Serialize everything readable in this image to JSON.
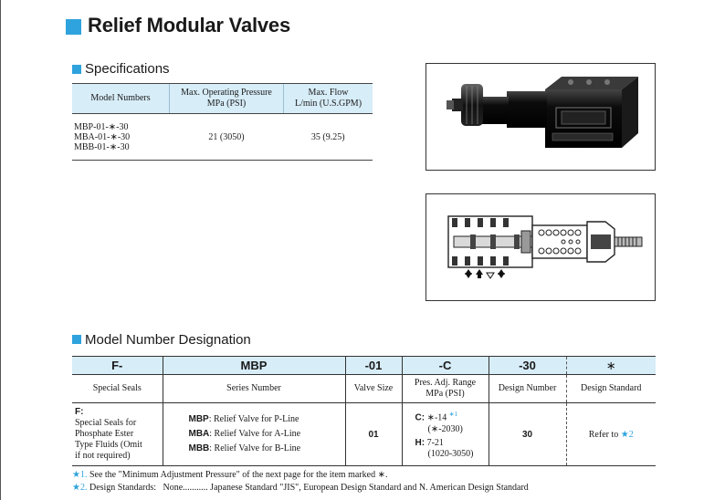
{
  "title": "Relief Modular Valves",
  "specifications": {
    "heading": "Specifications",
    "headers": [
      "Model Numbers",
      "Max. Operating Pressure",
      "MPa (PSI)",
      "Max. Flow",
      "L/min (U.S.GPM)"
    ],
    "models": [
      "MBP-01-∗-30",
      "MBA-01-∗-30",
      "MBB-01-∗-30"
    ],
    "pressure": "21 (3050)",
    "flow": "35 (9.25)"
  },
  "designation": {
    "heading": "Model Number Designation",
    "codes": [
      "F-",
      "MBP",
      "-01",
      "-C",
      "-30",
      "∗"
    ],
    "labels": [
      "Special Seals",
      "Series Number",
      "Valve Size",
      "Pres. Adj. Range",
      "MPa (PSI)",
      "Design Number",
      "Design Standard"
    ],
    "seals": {
      "code": "F:",
      "lines": [
        "Special Seals for",
        "Phosphate Ester",
        "Type Fluids (Omit",
        "if not required)"
      ]
    },
    "series": [
      {
        "code": "MBP",
        "desc": ": Relief Valve for P-Line"
      },
      {
        "code": "MBA",
        "desc": ": Relief Valve for A-Line"
      },
      {
        "code": "MBB",
        "desc": ": Relief Valve for B-Line"
      }
    ],
    "valve_size": "01",
    "pressure_range": {
      "c_code": "C:",
      "c_value": "∗-14",
      "c_note": "∗1",
      "c_psi": "(∗-2030)",
      "h_code": "H:",
      "h_value": "7-21",
      "h_psi": "(1020-3050)"
    },
    "design_number": "30",
    "design_standard": "Refer to",
    "design_standard_ref": "★2"
  },
  "notes": [
    {
      "mark": "★1.",
      "text": "See the \"Minimum Adjustment Pressure\" of the next page for the item marked ∗."
    },
    {
      "mark": "★2.",
      "text": "Design Standards:   None........... Japanese Standard \"JIS\", European Design Standard and N. American Design Standard"
    }
  ],
  "colors": {
    "accent": "#2ea3dd",
    "header_fill": "#d7edf8"
  }
}
